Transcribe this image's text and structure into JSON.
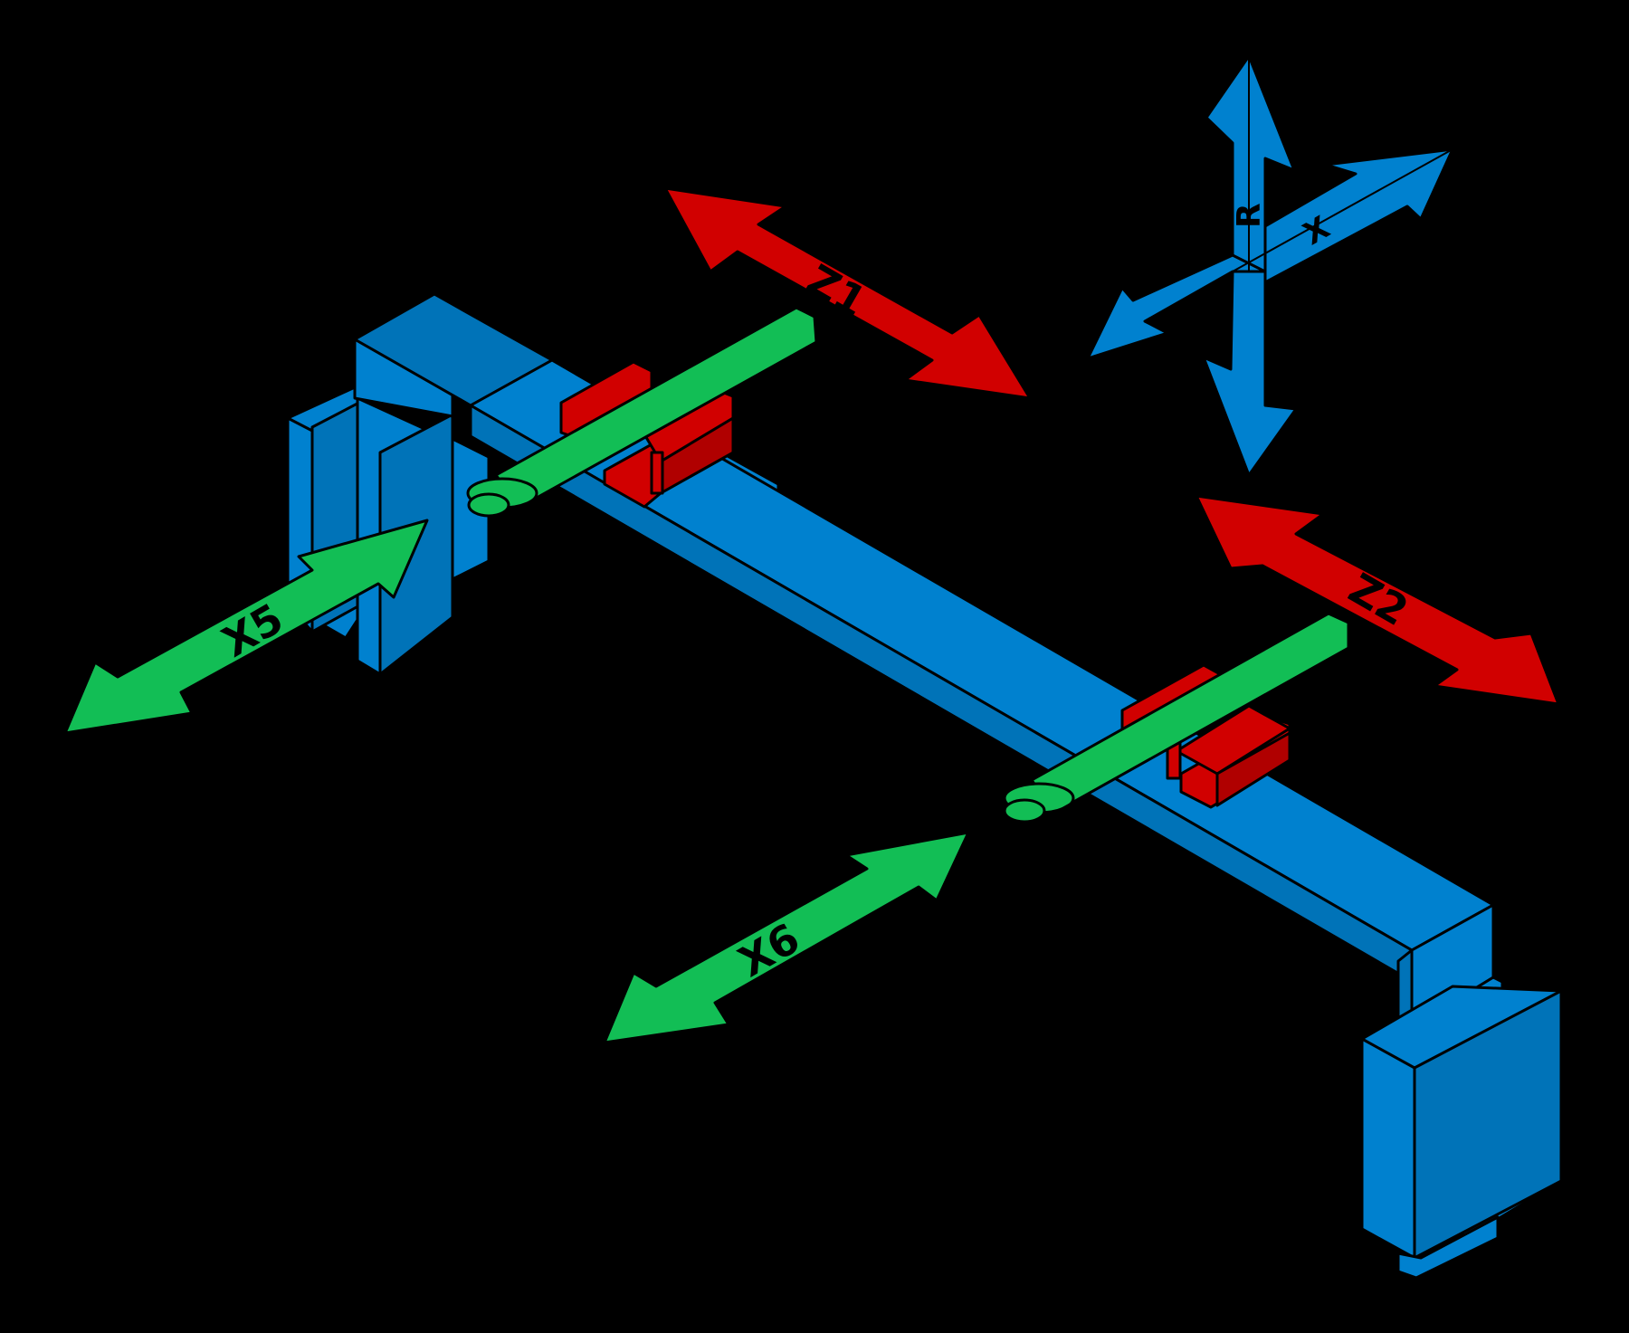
{
  "colors": {
    "background": "#000000",
    "frame": "#0081CF",
    "frame_dark": "#0073B8",
    "slide": "#D10000",
    "finger": "#12BE55",
    "outline": "#000000"
  },
  "axes": {
    "r": "R",
    "x": "X",
    "z1": "Z1",
    "z2": "Z2",
    "x5": "X5",
    "x6": "X6"
  },
  "icons": {
    "axis_cross": "four-way-arrow-icon",
    "double_arrow": "double-headed-arrow-icon"
  }
}
